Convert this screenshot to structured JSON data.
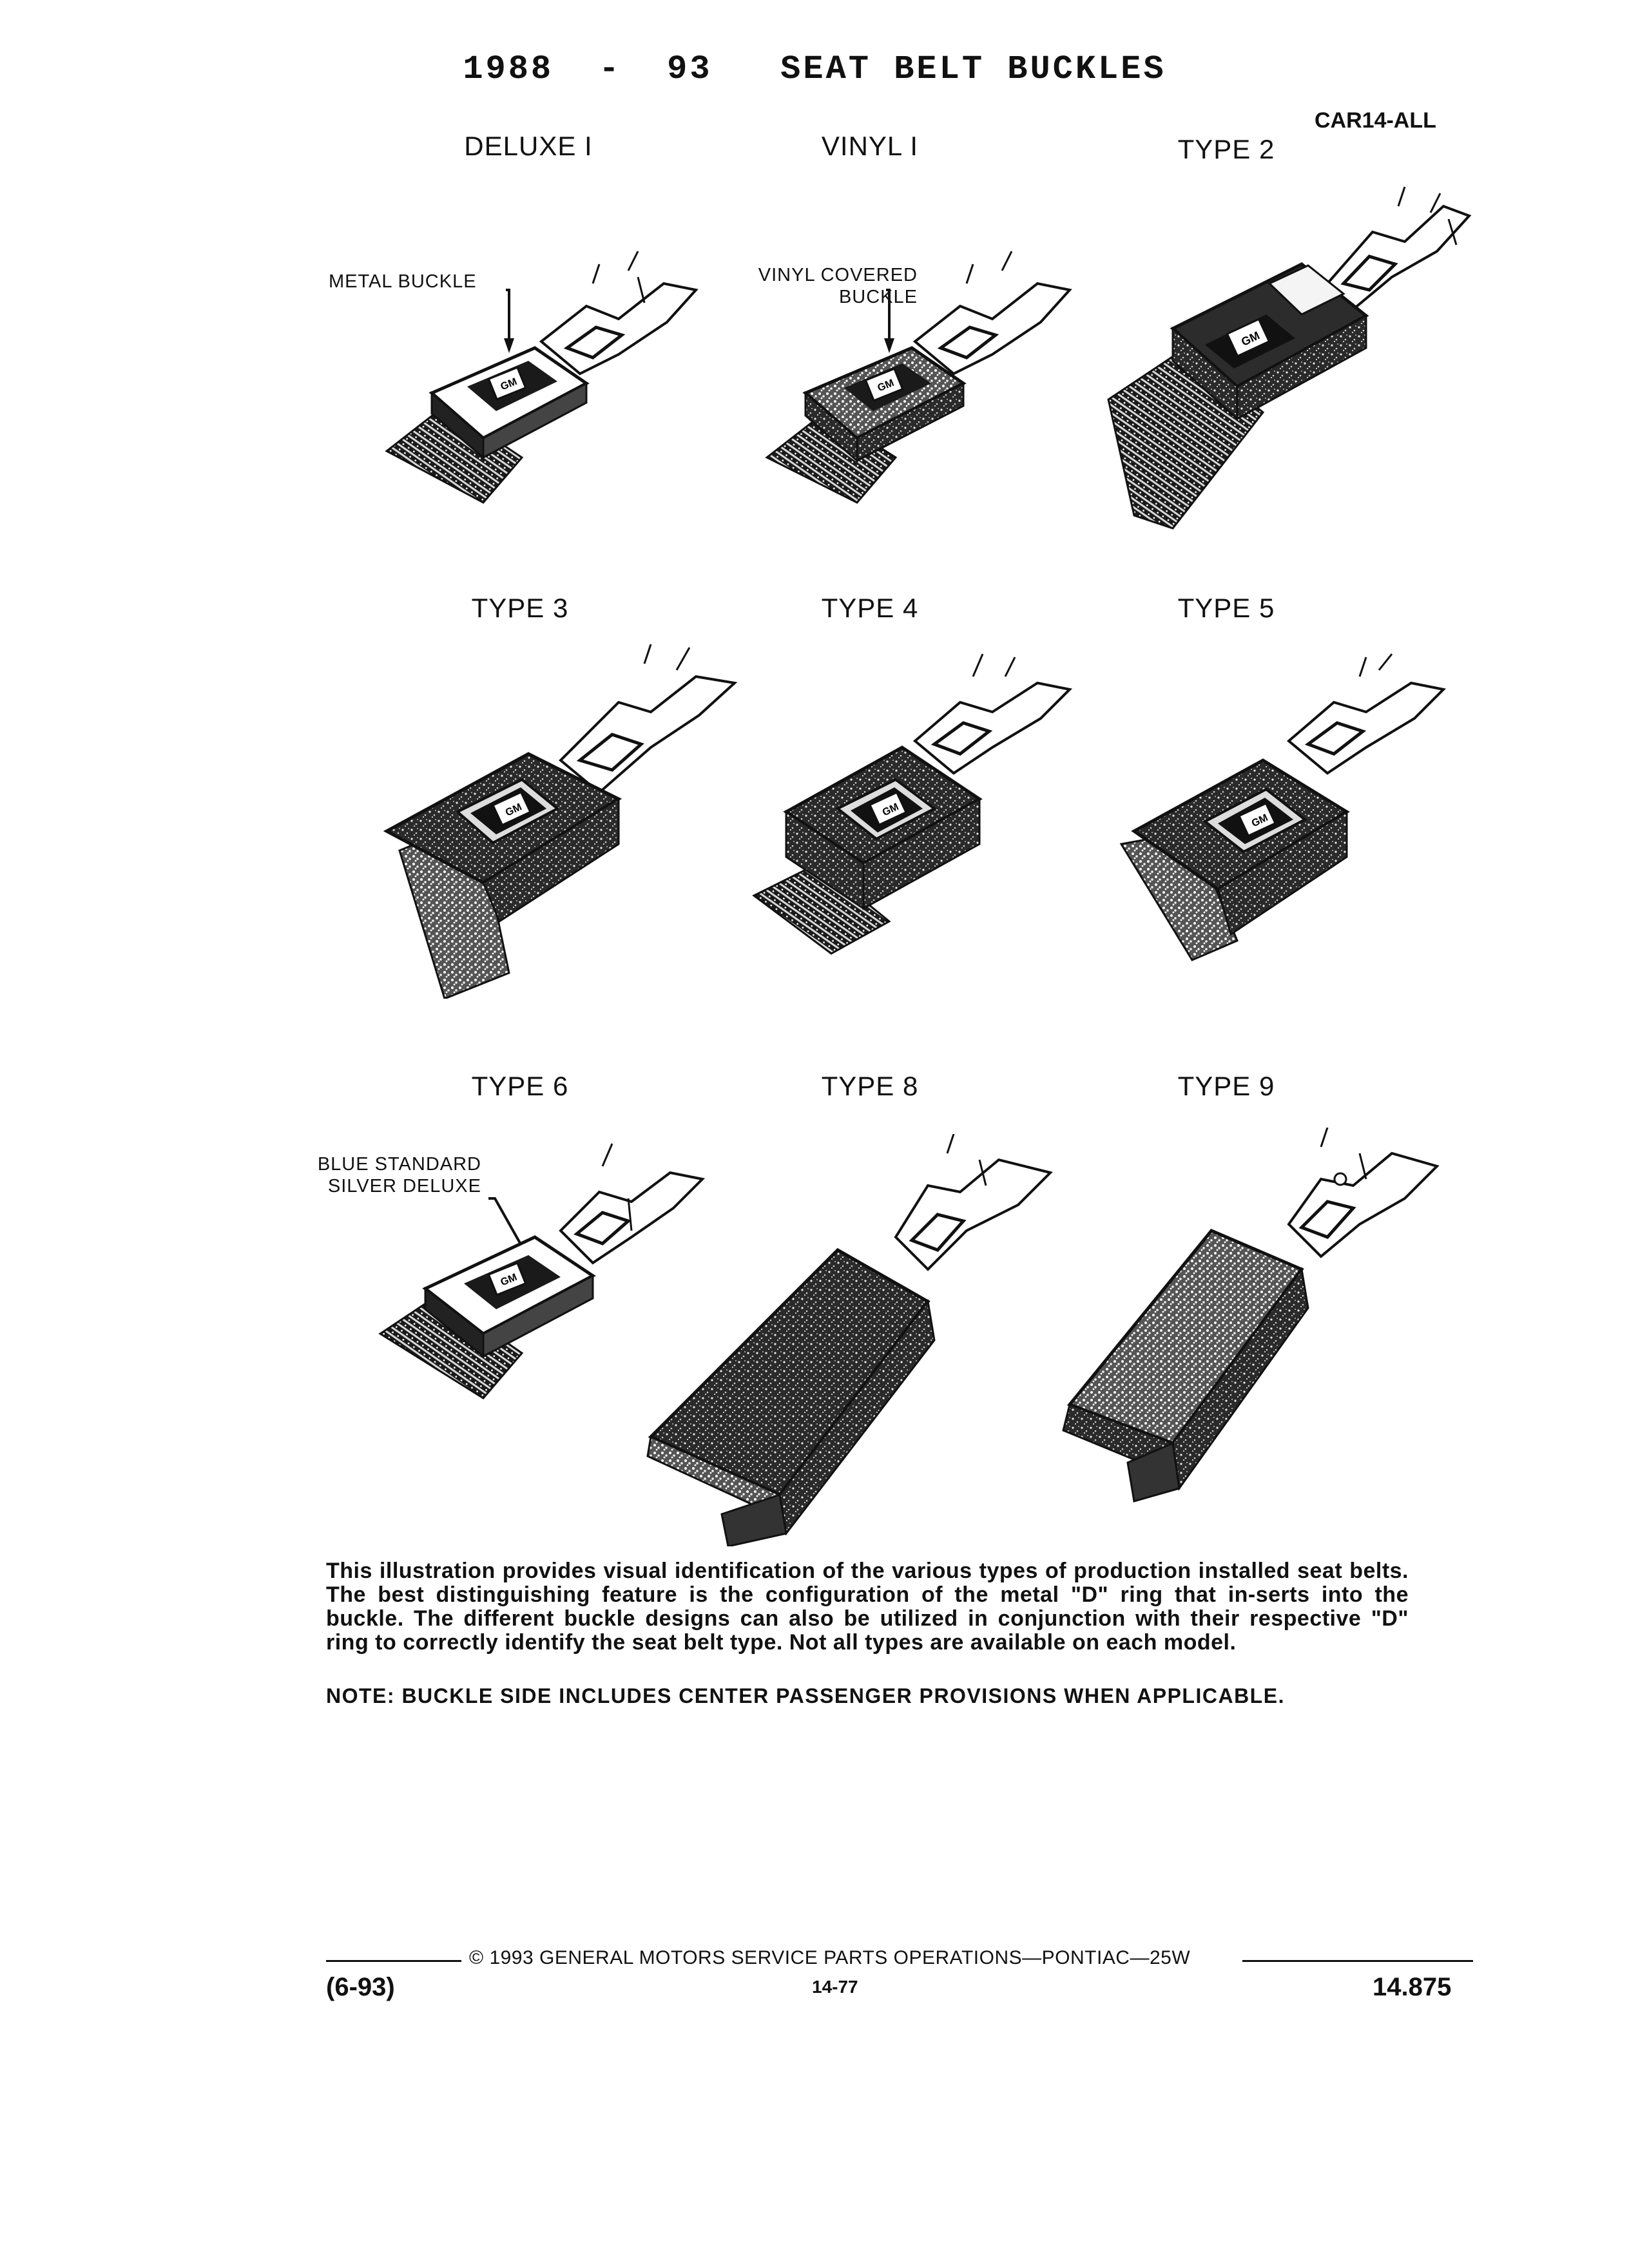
{
  "page": {
    "title": "1988  -  93   SEAT BELT BUCKLES",
    "code": "CAR14-ALL"
  },
  "buckles": [
    {
      "label": "DELUXE I",
      "callout": [
        "METAL BUCKLE"
      ],
      "icon": "metal-buckle-icon"
    },
    {
      "label": "VINYL I",
      "callout": [
        "VINYL COVERED",
        "BUCKLE"
      ],
      "icon": "vinyl-buckle-icon"
    },
    {
      "label": "TYPE 2",
      "icon": "type2-buckle-icon"
    },
    {
      "label": "TYPE 3",
      "icon": "type3-buckle-icon"
    },
    {
      "label": "TYPE 4",
      "icon": "type4-buckle-icon"
    },
    {
      "label": "TYPE 5",
      "icon": "type5-buckle-icon"
    },
    {
      "label": "TYPE 6",
      "callout": [
        "BLUE STANDARD",
        "SILVER DELUXE"
      ],
      "icon": "type6-buckle-icon"
    },
    {
      "label": "TYPE 8",
      "icon": "type8-buckle-icon"
    },
    {
      "label": "TYPE 9",
      "icon": "type9-buckle-icon"
    }
  ],
  "description": "This illustration provides visual identification of the various types of production installed seat belts. The best distinguishing feature is the configuration of the metal \"D\" ring that in-serts into the buckle. The different buckle designs can also be utilized in conjunction with their respective \"D\" ring to correctly identify the seat belt type. Not all types are available on each model.",
  "note": "NOTE:  BUCKLE SIDE INCLUDES CENTER PASSENGER PROVISIONS WHEN APPLICABLE.",
  "footer": {
    "copyright": "© 1993 GENERAL MOTORS SERVICE PARTS OPERATIONS—PONTIAC—25W",
    "date": "(6-93)",
    "page_ref": "14-77",
    "page_number": "14.875"
  }
}
